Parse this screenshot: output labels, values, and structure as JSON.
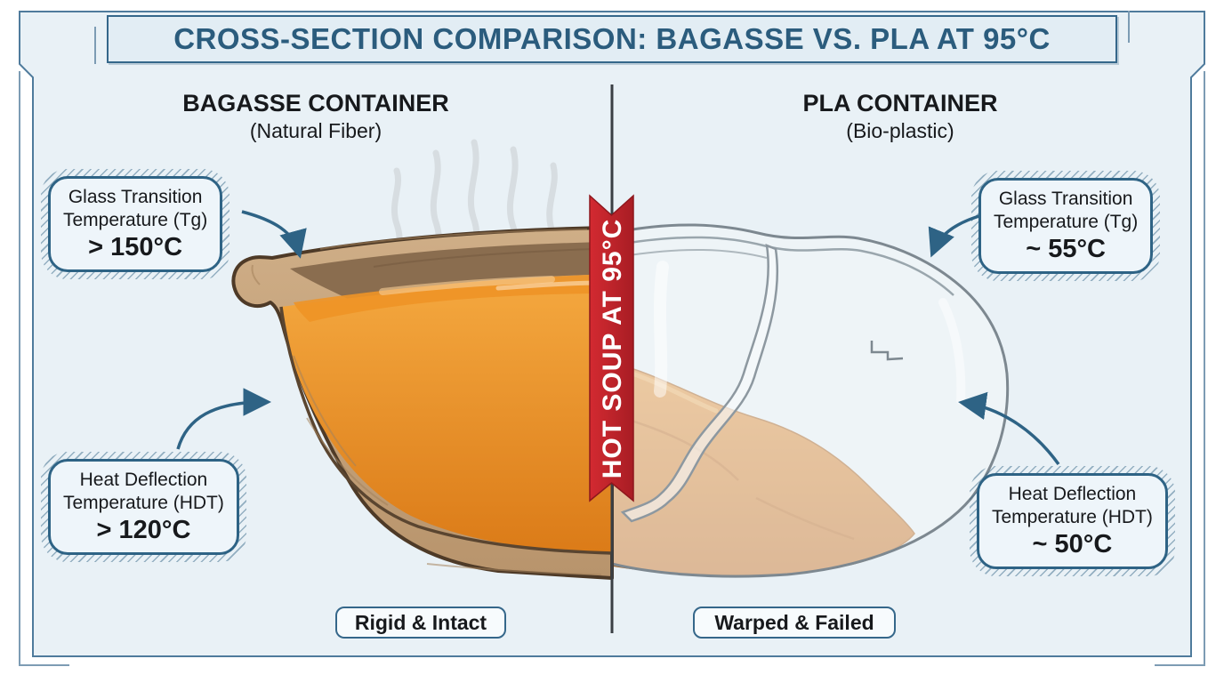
{
  "header": {
    "title": "CROSS-SECTION COMPARISON: BAGASSE VS. PLA AT 95°C"
  },
  "left_panel": {
    "heading": "BAGASSE CONTAINER",
    "subheading": "(Natural Fiber)",
    "callouts": [
      {
        "line1": "Glass Transition",
        "line2": "Temperature (Tg)",
        "value": "> 150°C"
      },
      {
        "line1": "Heat Deflection",
        "line2": "Temperature (HDT)",
        "value": "> 120°C"
      }
    ],
    "status_label": "Rigid & Intact"
  },
  "right_panel": {
    "heading": "PLA CONTAINER",
    "subheading": "(Bio-plastic)",
    "callouts": [
      {
        "line1": "Glass Transition",
        "line2": "Temperature (Tg)",
        "value": "~ 55°C"
      },
      {
        "line1": "Heat Deflection",
        "line2": "Temperature (HDT)",
        "value": "~ 50°C"
      }
    ],
    "status_label": "Warped & Failed"
  },
  "center": {
    "ribbon_label": "HOT SOUP AT 95°C"
  },
  "icons": [
    "steam-icon",
    "curved-arrow-icon",
    "ribbon-banner-icon"
  ],
  "colors": {
    "panel_background": "#e9f1f6",
    "frame_blue": "#4f7b9c",
    "title_text": "#2b5c7d",
    "callout_border": "#2e6385",
    "ribbon_red": "#c42129",
    "soup_orange": "#ef9a31",
    "bagasse_tan": "#c9a67f",
    "bagasse_dark": "#4e3a27",
    "pla_outline": "#7d8890",
    "divider_dark": "#3a3f44"
  }
}
